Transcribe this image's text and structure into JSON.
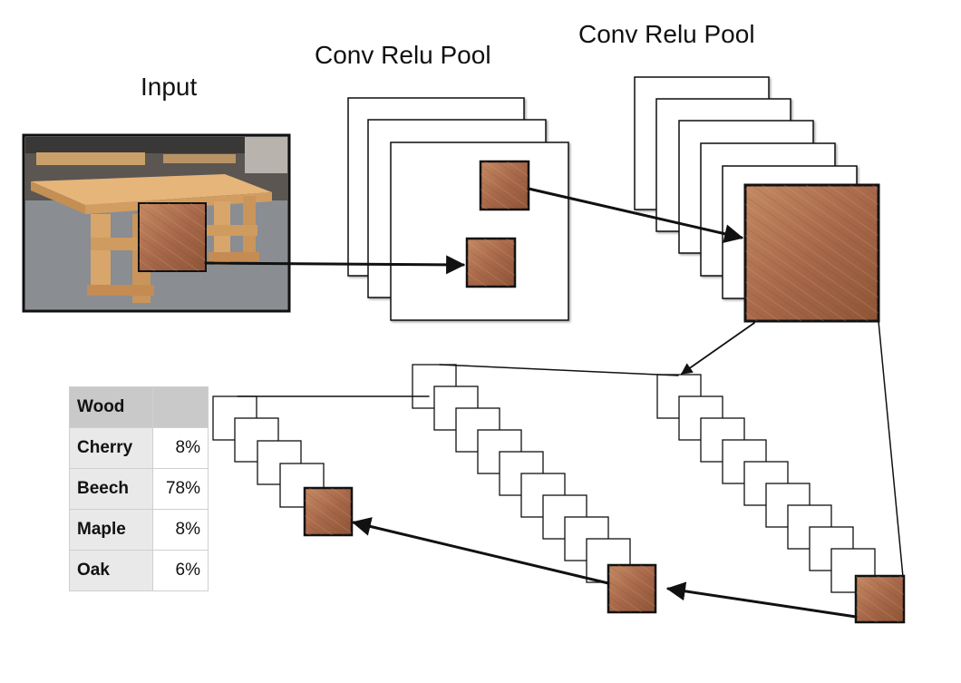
{
  "labels": {
    "input": "Input",
    "layer1": "Conv Relu Pool",
    "layer2": "Conv Relu Pool"
  },
  "table": {
    "header": "Wood",
    "rows": [
      {
        "label": "Cherry",
        "value": "8%"
      },
      {
        "label": "Beech",
        "value": "78%"
      },
      {
        "label": "Maple",
        "value": "8%"
      },
      {
        "label": "Oak",
        "value": "6%"
      }
    ]
  },
  "colors": {
    "wood_light": "#c48a63",
    "wood_dark": "#8e5537",
    "photo_floor": "#8c8f94",
    "photo_bench": "#d9a96a",
    "line": "#111111"
  }
}
